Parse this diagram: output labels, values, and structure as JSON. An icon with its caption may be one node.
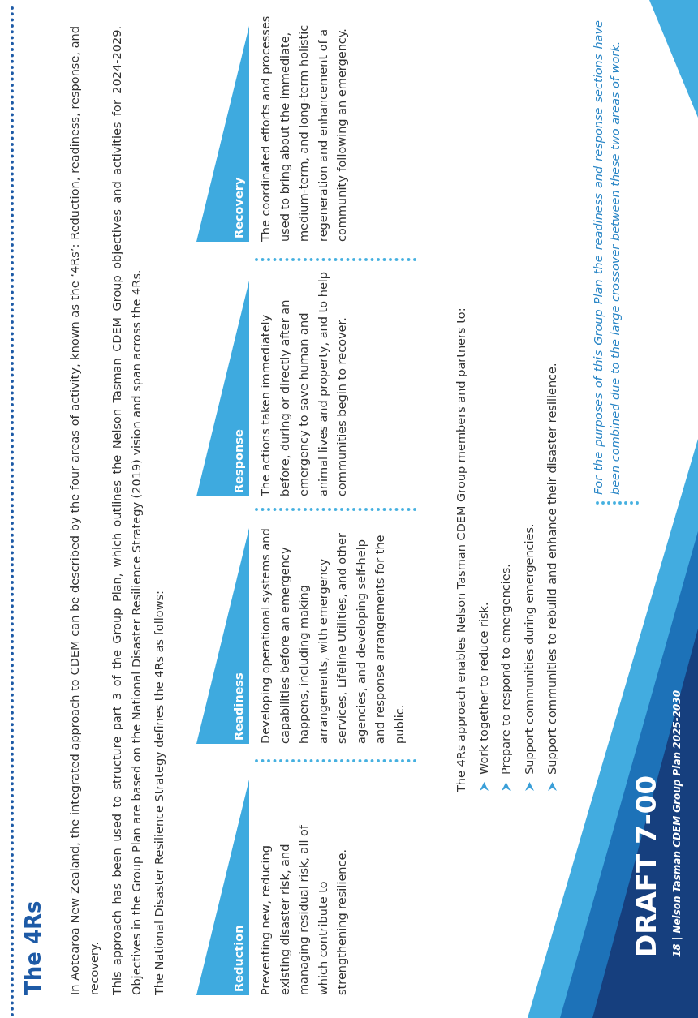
{
  "diagram": {
    "title": "The 4Rs",
    "nodes": [
      {
        "text": [
          "Reduction",
          "Preventing new, reducing existing disaster risk, and managing residual risk, all of which contribute to strengthening resilience."
        ]
      },
      {
        "text": [
          "Readiness",
          "Developing operational systems and capabilities before an emergency happens, including making arrangements, with emergency services, Lifeline Utilities, and other agencies, and developing self-help and response arrangements for the public."
        ]
      },
      {
        "text": [
          "Response",
          "The actions taken immediately before, during or directly after an emergency to save human and animal lives and property, and to help communities begin to recover."
        ]
      },
      {
        "text": [
          "Recovery",
          "The coordinated efforts and processes used to bring about the immediate, medium-term, and long-term holistic regeneration and enhancement of a community following an emergency."
        ]
      }
    ],
    "labels": [
      "In Aotearoa New Zealand, the integrated approach to CDEM can be described by the four areas of activity, known as the ‘4Rs’: Reduction, readiness, response, and recovery.",
      "This approach has been used to structure part 3 of the Group Plan, which outlines the Nelson Tasman CDEM Group objectives and activities for 2024-2029. Objectives in the Group Plan are based on the National Disaster Resilience Strategy (2019) vision and span across the 4Rs.",
      "The National Disaster Resilience Strategy defines the 4Rs as follows:",
      "The 4Rs approach enables Nelson Tasman CDEM Group members and partners to:",
      "Work together to reduce risk.",
      "Prepare to respond to emergencies.",
      "Support communities during emergencies.",
      "Support communities to rebuild and enhance their disaster resilience.",
      "For the purposes of this Group Plan the readiness and response sections have been combined due to the large crossover between these two areas of work.",
      "DRAFT 7-00",
      "18 | Nelson Tasman CDEM Group Plan 2025-2030"
    ]
  }
}
